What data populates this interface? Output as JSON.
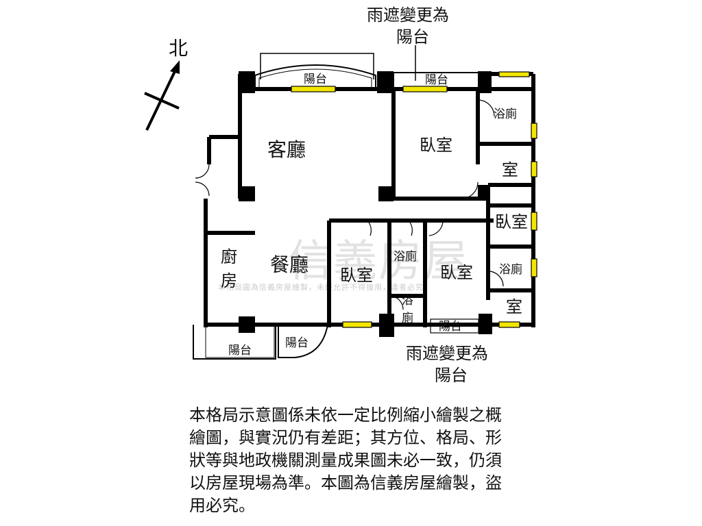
{
  "compass": {
    "label": "北"
  },
  "rooms": {
    "living_room": "客廳",
    "dining_room": "餐廳",
    "kitchen": [
      "廚",
      "房"
    ],
    "bedroom": "臥室",
    "bathroom": "浴廁",
    "room": "室",
    "balcony": "陽台"
  },
  "annotations": {
    "top_line1": "雨遮變更為",
    "top_line2": "陽台",
    "bottom_line1": "雨遮變更為",
    "bottom_line2": "陽台"
  },
  "watermark": {
    "brand": "信義房屋",
    "notice": "本格局圖為信義房屋繪製，未經允許不得擅用，違者必究"
  },
  "disclaimer": {
    "lines": [
      "本格局示意圖係未依一定比例縮小繪製之概",
      "繪圖，與實況仍有差距；其方位、格局、形",
      "狀等與地政機關測量成果圖未必一致，仍須",
      "以房屋現場為準。本圖為信義房屋繪製，盜",
      "用必究。"
    ]
  },
  "colors": {
    "wall": "#111111",
    "window": "#f3e600",
    "watermark": "#9a9a9a"
  }
}
